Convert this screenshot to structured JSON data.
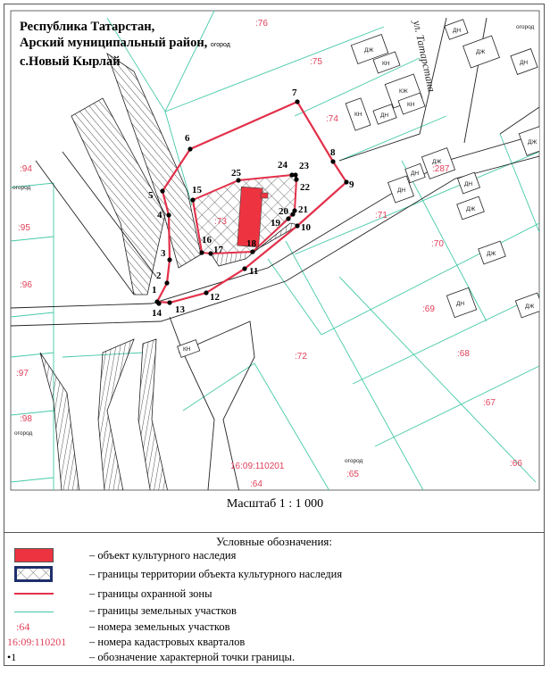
{
  "header": {
    "lines": [
      "Республика Татарстан,",
      "Арский муниципальный район,",
      "с.Новый Кырлай"
    ],
    "note": "огород"
  },
  "map": {
    "street": "ул. Татарстана",
    "parcels": [
      ":76",
      ":75",
      ":74",
      ":73",
      ":94",
      ":95",
      ":96",
      ":97",
      ":98",
      ":72",
      ":71",
      ":70",
      ":69",
      ":68",
      ":67",
      ":66",
      ":65",
      ":64",
      ":287"
    ],
    "quarter": "16:09:110201",
    "garden_label": "огород",
    "houses": [
      "ДЖ",
      "КН",
      "КЖ",
      "КН",
      "ДН",
      "КН",
      "ДН",
      "ДЖ",
      "ДН",
      "ДЖ",
      "ДЖ",
      "ДН",
      "ДН",
      "ДН",
      "ДЖ",
      "ДЖ",
      "ДН",
      "ДЖ",
      "КН"
    ],
    "points": [
      "1",
      "2",
      "3",
      "4",
      "5",
      "6",
      "7",
      "8",
      "9",
      "10",
      "11",
      "12",
      "13",
      "14",
      "15",
      "16",
      "17",
      "18",
      "19",
      "20",
      "21",
      "22",
      "23",
      "24",
      "25"
    ],
    "colors": {
      "heritage": "#ee3340",
      "zone": "#e2304a",
      "parcel_line": "#46c9a8",
      "label": "#e0405a",
      "territory": "#1f2f6b"
    }
  },
  "scale": "Масштаб 1 : 1 000",
  "legend": {
    "title": "Условные обозначения:",
    "items": [
      {
        "symbol": "red-fill",
        "text": "– объект культурного наследия"
      },
      {
        "symbol": "crosshatch",
        "text": "– границы территории объекта культурного наследия"
      },
      {
        "symbol": "red-line",
        "text": "– границы охранной зоны"
      },
      {
        "symbol": "teal-line",
        "text": "– границы земельных участков"
      },
      {
        "symbol": ":64",
        "text": "– номера земельных участков"
      },
      {
        "symbol": "16:09:110201",
        "text": "– номера кадастровых кварталов"
      },
      {
        "symbol": "•1",
        "text": "– обозначение характерной точки границы."
      }
    ]
  }
}
